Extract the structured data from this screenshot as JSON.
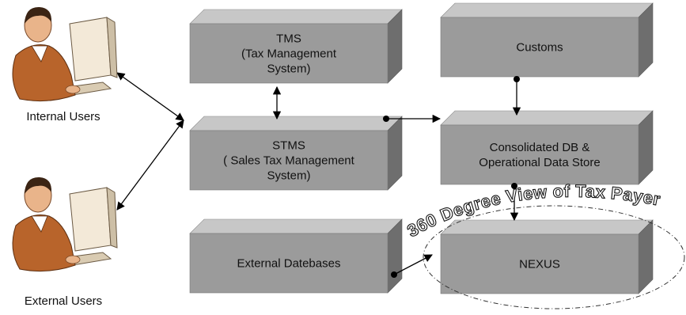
{
  "colors": {
    "box_front": "#9b9b9b",
    "box_top": "#c7c7c7",
    "box_side": "#6e6e6e",
    "arrow": "#000000",
    "skin": "#e9b48a",
    "suit": "#b8642b",
    "monitor": "#f3e9d8"
  },
  "users": {
    "internal": {
      "label": "Internal Users",
      "icon": "person-at-computer-icon"
    },
    "external": {
      "label": "External Users",
      "icon": "person-at-computer-icon"
    }
  },
  "boxes": {
    "tms": {
      "lines": [
        "TMS",
        "(Tax Management",
        "System)"
      ]
    },
    "stms": {
      "lines": [
        "STMS",
        "( Sales Tax Management",
        "System)"
      ]
    },
    "external_db": {
      "lines": [
        "External Datebases"
      ]
    },
    "customs": {
      "lines": [
        "Customs"
      ]
    },
    "consolidated": {
      "lines": [
        "Consolidated DB &",
        "Operational Data Store"
      ]
    },
    "nexus": {
      "lines": [
        "NEXUS"
      ]
    }
  },
  "arc_caption": "360 Degree View of Tax Payer"
}
